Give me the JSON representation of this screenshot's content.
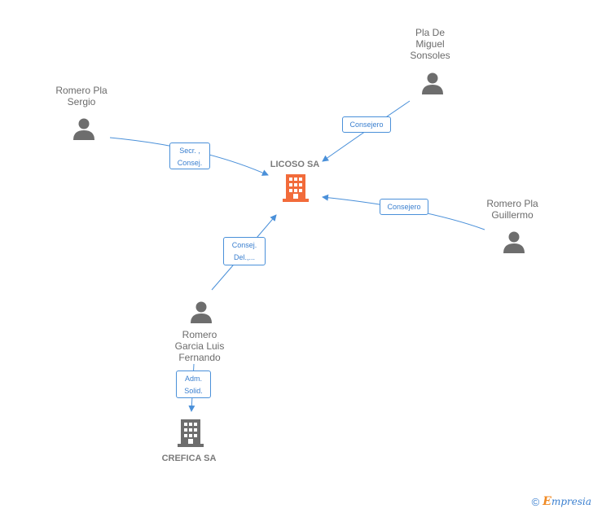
{
  "nodes": {
    "pla_de_miguel": {
      "name": "Pla De\nMiguel\nSonsoles",
      "type": "person"
    },
    "romero_sergio": {
      "name": "Romero Pla\nSergio",
      "type": "person"
    },
    "licoso": {
      "name": "LICOSO SA",
      "type": "company",
      "color": "#f26b3a"
    },
    "romero_guillermo": {
      "name": "Romero Pla\nGuillermo",
      "type": "person"
    },
    "romero_luis": {
      "name": "Romero\nGarcia Luis\nFernando",
      "type": "person"
    },
    "crefica": {
      "name": "CREFICA SA",
      "type": "company",
      "color": "#6d6d6d"
    }
  },
  "edges": {
    "sergio_licoso": {
      "label": "Secr. ,\nConsej."
    },
    "pla_licoso": {
      "label": "Consejero"
    },
    "guillermo_licoso": {
      "label": "Consejero"
    },
    "luis_licoso": {
      "label": "Consej.\nDel.,..."
    },
    "luis_crefica": {
      "label": "Adm.\nSolid."
    }
  },
  "footer": {
    "copyright": "©",
    "brand_initial": "E",
    "brand_rest": "mpresia"
  },
  "colors": {
    "edge": "#4a90d9",
    "person_icon": "#6d6d6d"
  }
}
